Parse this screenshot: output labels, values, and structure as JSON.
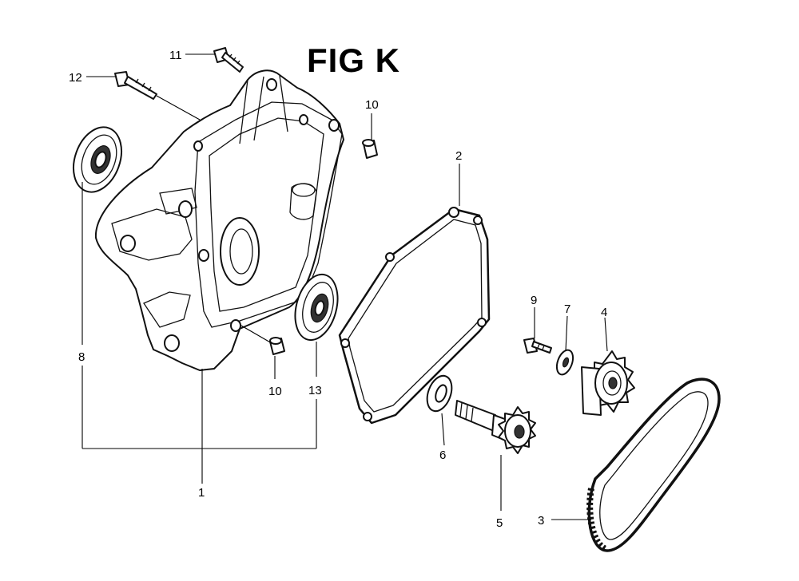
{
  "figure": {
    "title": "FIG K"
  },
  "callouts": [
    {
      "id": "c1",
      "text": "1"
    },
    {
      "id": "c2",
      "text": "2"
    },
    {
      "id": "c3",
      "text": "3"
    },
    {
      "id": "c4",
      "text": "4"
    },
    {
      "id": "c5",
      "text": "5"
    },
    {
      "id": "c6",
      "text": "6"
    },
    {
      "id": "c7",
      "text": "7"
    },
    {
      "id": "c8",
      "text": "8"
    },
    {
      "id": "c9",
      "text": "9"
    },
    {
      "id": "c10a",
      "text": "10"
    },
    {
      "id": "c10b",
      "text": "10"
    },
    {
      "id": "c11",
      "text": "11"
    },
    {
      "id": "c12",
      "text": "12"
    },
    {
      "id": "c13",
      "text": "13"
    }
  ]
}
